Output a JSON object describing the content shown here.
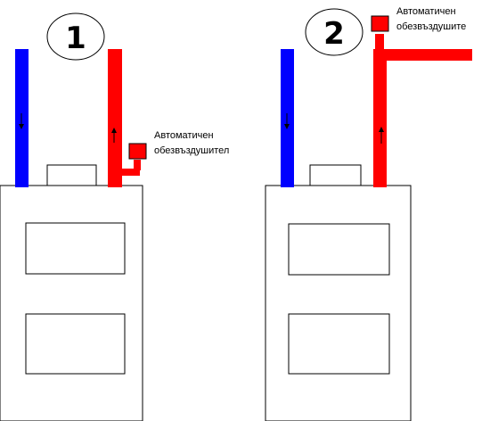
{
  "diagram": {
    "colors": {
      "supply_pipe": "#ff0000",
      "return_pipe": "#0000ff",
      "vent_device": "#ff0000",
      "outline": "#000000",
      "background": "#ffffff"
    },
    "panel1": {
      "number": "1",
      "vent_label_line1": "Автоматичен",
      "vent_label_line2": "обезвъздушител"
    },
    "panel2": {
      "number": "2",
      "vent_label_line1": "Автоматичен",
      "vent_label_line2": "обезвъздушите"
    }
  }
}
